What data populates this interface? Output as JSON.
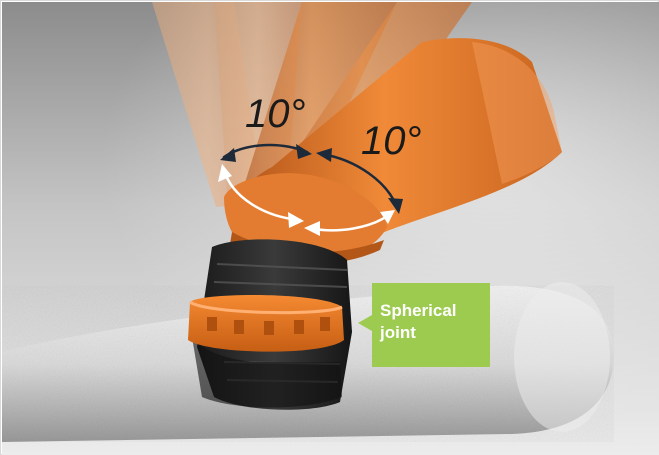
{
  "annotations": {
    "angle_left": "10°",
    "angle_right": "10°"
  },
  "callout": {
    "label": "Spherical\njoint",
    "color": "#9ccb4f"
  },
  "colors": {
    "arm_orange": "#e07a2c",
    "joint_dark": "#2a2a2a",
    "ring_orange": "#ee7a26",
    "foam_roll": "#d9d9d9",
    "arrow_dark": "#1d2a3a",
    "arrow_light": "#ffffff"
  }
}
